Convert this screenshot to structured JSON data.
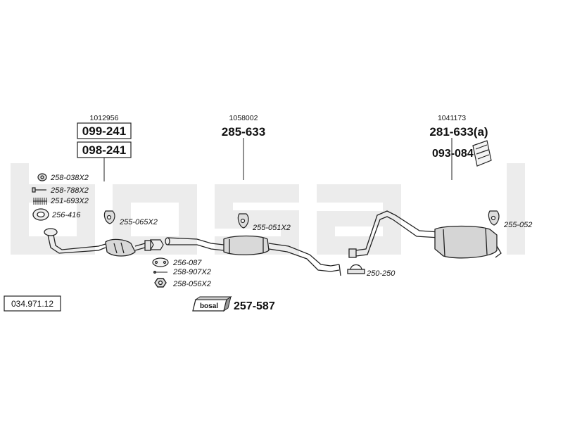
{
  "watermark": "bosal",
  "catalog_number": "034.971.12",
  "sections": {
    "front": {
      "ref": "1012956",
      "parts": [
        "099-241",
        "098-241"
      ]
    },
    "middle": {
      "ref": "1058002",
      "part": "285-633"
    },
    "rear": {
      "ref": "1041173",
      "part": "281-633(a)",
      "part_secondary": "093-084"
    }
  },
  "accessories": {
    "a1": "258-038X2",
    "a2": "258-788X2",
    "a3": "251-693X2",
    "a4": "256-416",
    "a5": "255-065X2",
    "a6": "256-087",
    "a7": "258-907X2",
    "a8": "258-056X2",
    "a9": "255-051X2",
    "a10": "250-250",
    "a11": "255-052"
  },
  "kit": {
    "logo": "bosal",
    "part": "257-587"
  }
}
